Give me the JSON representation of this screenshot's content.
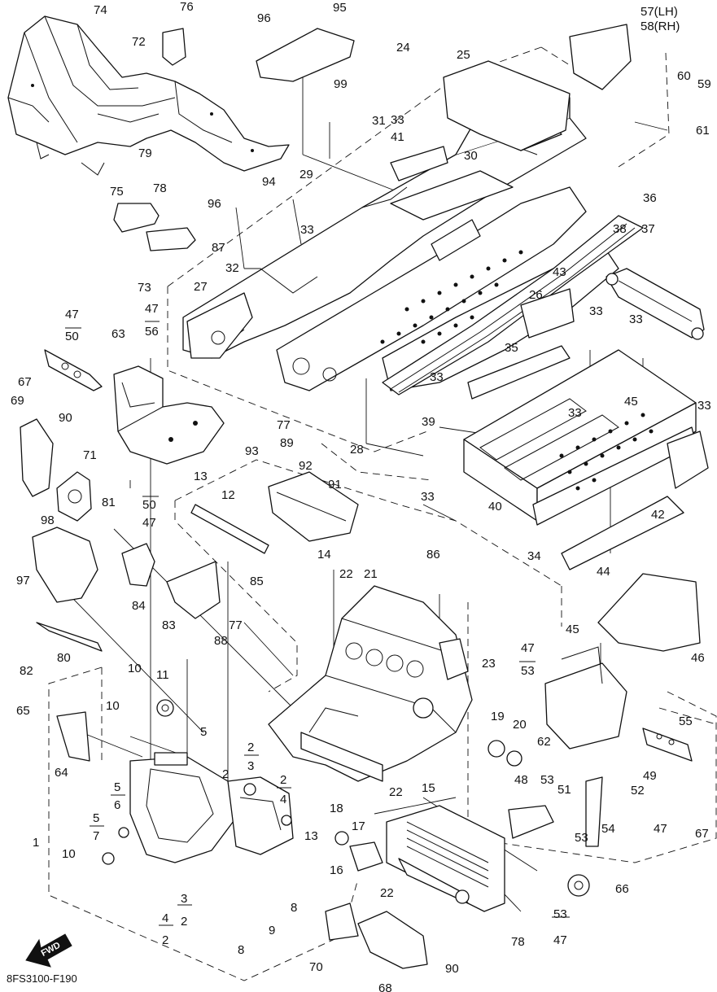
{
  "diagram": {
    "part_code": "8FS3100-F190",
    "fwd_label": "FWD",
    "callouts": {
      "c1": "1",
      "c2a": "2",
      "c2b": "2",
      "c2c": "2",
      "c2d": "2",
      "c2e": "2",
      "c3a": "3",
      "c3b": "3",
      "c4a": "4",
      "c4b": "4",
      "c5a": "5",
      "c5b": "5",
      "c5c": "5",
      "c6": "6",
      "c7": "7",
      "c8a": "8",
      "c8b": "8",
      "c9": "9",
      "c10a": "10",
      "c10b": "10",
      "c10c": "10",
      "c11": "11",
      "c12": "12",
      "c13a": "13",
      "c13b": "13",
      "c14": "14",
      "c15": "15",
      "c16": "16",
      "c17": "17",
      "c18": "18",
      "c19": "19",
      "c20": "20",
      "c21": "21",
      "c22a": "22",
      "c22b": "22",
      "c22c": "22",
      "c23": "23",
      "c24": "24",
      "c25": "25",
      "c26": "26",
      "c27": "27",
      "c28": "28",
      "c29": "29",
      "c30": "30",
      "c31": "31",
      "c32": "32",
      "c33a": "33",
      "c33b": "33",
      "c33c": "33",
      "c33d": "33",
      "c33e": "33",
      "c33f": "33",
      "c33g": "33",
      "c33h": "33",
      "c34": "34",
      "c35": "35",
      "c36": "36",
      "c37": "37",
      "c38": "38",
      "c39": "39",
      "c40": "40",
      "c41": "41",
      "c42": "42",
      "c43": "43",
      "c44": "44",
      "c45a": "45",
      "c45b": "45",
      "c46": "46",
      "c47a": "47",
      "c47b": "47",
      "c47c": "47",
      "c47d": "47",
      "c47e": "47",
      "c47f": "47",
      "c48": "48",
      "c49": "49",
      "c50a": "50",
      "c50b": "50",
      "c51": "51",
      "c52": "52",
      "c53a": "53",
      "c53b": "53",
      "c53c": "53",
      "c53d": "53",
      "c54": "54",
      "c55": "55",
      "c56": "56",
      "c57": "57(LH)",
      "c58": "58(RH)",
      "c59": "59",
      "c60": "60",
      "c61": "61",
      "c62": "62",
      "c63": "63",
      "c64": "64",
      "c65": "65",
      "c66": "66",
      "c67a": "67",
      "c67b": "67",
      "c68": "68",
      "c69": "69",
      "c70": "70",
      "c71": "71",
      "c72": "72",
      "c73": "73",
      "c74": "74",
      "c75": "75",
      "c76": "76",
      "c77a": "77",
      "c77b": "77",
      "c78a": "78",
      "c78b": "78",
      "c79": "79",
      "c80": "80",
      "c81": "81",
      "c82": "82",
      "c83": "83",
      "c84": "84",
      "c85": "85",
      "c86": "86",
      "c87": "87",
      "c88": "88",
      "c89": "89",
      "c90a": "90",
      "c90b": "90",
      "c91": "91",
      "c92": "92",
      "c93": "93",
      "c94": "94",
      "c95": "95",
      "c96a": "96",
      "c96b": "96",
      "c97": "97",
      "c98": "98",
      "c99": "99"
    }
  }
}
